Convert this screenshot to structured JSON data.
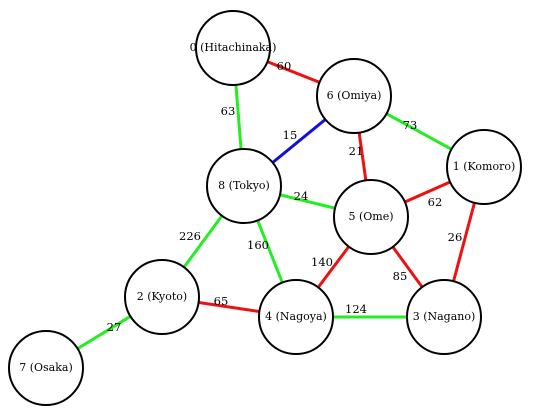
{
  "colors": {
    "green": "#22ee22",
    "red": "#ee1111",
    "blue": "#1111dd",
    "node_stroke": "#000000",
    "node_fill": "#ffffff"
  },
  "graph": {
    "nodes": [
      {
        "id": "0",
        "label": "0 (Hitachinaka)"
      },
      {
        "id": "1",
        "label": "1 (Komoro)"
      },
      {
        "id": "2",
        "label": "2 (Kyoto)"
      },
      {
        "id": "3",
        "label": "3 (Nagano)"
      },
      {
        "id": "4",
        "label": "4 (Nagoya)"
      },
      {
        "id": "5",
        "label": "5 (Ome)"
      },
      {
        "id": "6",
        "label": "6 (Omiya)"
      },
      {
        "id": "7",
        "label": "7 (Osaka)"
      },
      {
        "id": "8",
        "label": "8 (Tokyo)"
      }
    ],
    "edges": [
      {
        "from": "0",
        "to": "6",
        "weight": "60",
        "color": "red"
      },
      {
        "from": "0",
        "to": "8",
        "weight": "63",
        "color": "green"
      },
      {
        "from": "6",
        "to": "8",
        "weight": "15",
        "color": "blue"
      },
      {
        "from": "6",
        "to": "1",
        "weight": "73",
        "color": "green"
      },
      {
        "from": "6",
        "to": "5",
        "weight": "21",
        "color": "red"
      },
      {
        "from": "1",
        "to": "5",
        "weight": "62",
        "color": "red"
      },
      {
        "from": "1",
        "to": "3",
        "weight": "26",
        "color": "red"
      },
      {
        "from": "8",
        "to": "5",
        "weight": "24",
        "color": "green"
      },
      {
        "from": "8",
        "to": "2",
        "weight": "226",
        "color": "green"
      },
      {
        "from": "8",
        "to": "4",
        "weight": "160",
        "color": "green"
      },
      {
        "from": "5",
        "to": "4",
        "weight": "140",
        "color": "red"
      },
      {
        "from": "5",
        "to": "3",
        "weight": "85",
        "color": "red"
      },
      {
        "from": "2",
        "to": "4",
        "weight": "65",
        "color": "red"
      },
      {
        "from": "2",
        "to": "7",
        "weight": "27",
        "color": "green"
      },
      {
        "from": "4",
        "to": "3",
        "weight": "124",
        "color": "green"
      }
    ]
  }
}
